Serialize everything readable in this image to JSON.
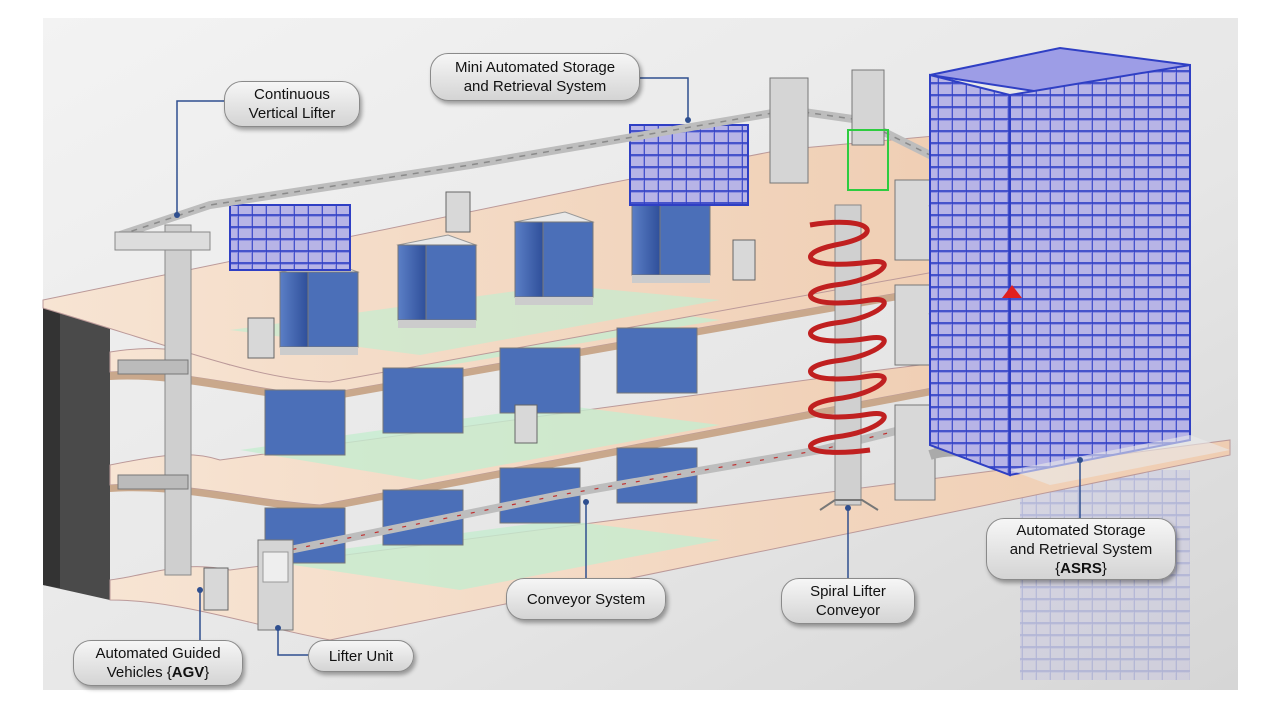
{
  "labels": {
    "continuous_vertical_lifter": {
      "line1": "Continuous",
      "line2": "Vertical Lifter"
    },
    "mini_asrs": {
      "line1": "Mini Automated Storage",
      "line2": "and Retrieval System"
    },
    "conveyor_system": {
      "line1": "Conveyor System"
    },
    "spiral_lifter": {
      "line1": "Spiral Lifter",
      "line2": "Conveyor"
    },
    "asrs": {
      "line1": "Automated Storage",
      "line2": "and Retrieval System",
      "line3_prefix": "{",
      "line3_bold": "ASRS",
      "line3_suffix": "}"
    },
    "agv": {
      "line1": "Automated Guided",
      "line2_prefix": "Vehicles {",
      "line2_bold": "AGV",
      "line2_suffix": "}"
    },
    "lifter_unit": {
      "line1": "Lifter Unit"
    }
  },
  "colors": {
    "floor": "#f4d7be",
    "floor_shadow": "#c9a88c",
    "green_zone": "#c5ecd0",
    "cabinet_blue": "#3d5fa8",
    "rack_blue": "#2f3fc4",
    "leader_line": "#2f4f8f",
    "spiral_red": "#c02020"
  }
}
